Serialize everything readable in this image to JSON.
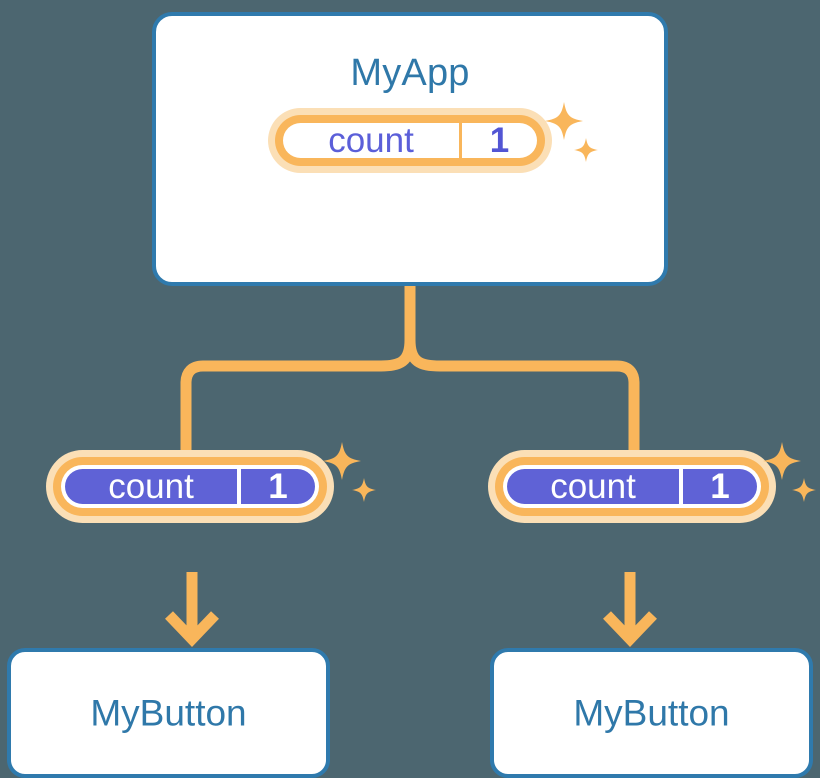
{
  "diagram": {
    "title_text": "component state propagation tree",
    "background_color": "#4c6670",
    "accent_orange": "#f9b65b",
    "accent_orange_pale": "#fbdfb6",
    "accent_blue": "#2f7aad",
    "accent_indigo": "#5f62d6",
    "text_blue": "#2f78a9"
  },
  "root": {
    "label": "MyApp",
    "state": {
      "key": "count",
      "value": "1"
    },
    "sparkle_icon": "sparkles-icon"
  },
  "children": [
    {
      "state": {
        "key": "count",
        "value": "1"
      },
      "label": "MyButton",
      "sparkle_icon": "sparkles-icon"
    },
    {
      "state": {
        "key": "count",
        "value": "1"
      },
      "label": "MyButton",
      "sparkle_icon": "sparkles-icon"
    }
  ],
  "connectors": {
    "trunk": "vertical-line-from-root",
    "branch": "tee-split-to-two-children",
    "arrow_icon": "arrow-down-icon"
  }
}
